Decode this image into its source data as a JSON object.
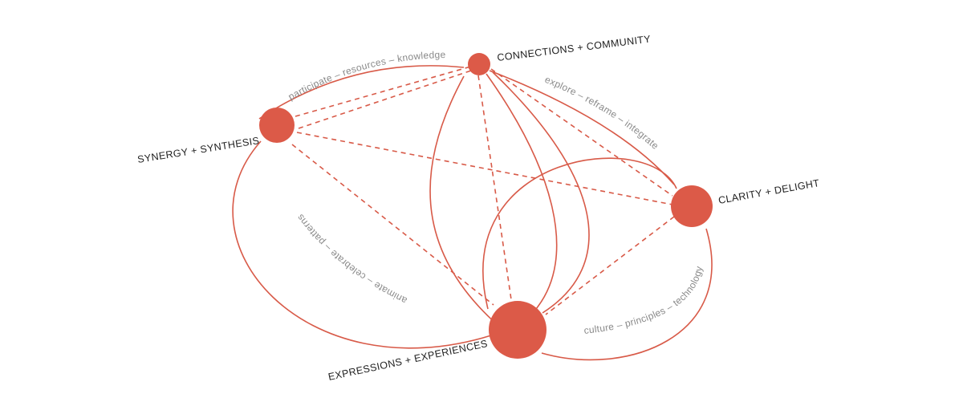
{
  "nodes": {
    "connections": "CONNECTIONS + COMMUNITY",
    "synergy": "SYNERGY + SYNTHESIS",
    "clarity": "CLARITY + DELIGHT",
    "expressions": "EXPRESSIONS + EXPERIENCES"
  },
  "edge_labels": {
    "top_left": "participate – resources – knowledge",
    "top_right": "explore – reframe – integrate",
    "left": "animate – celebrate – patterns",
    "right": "culture – principles – technology"
  },
  "colors": {
    "node": "#dc5a48",
    "edge": "#d85a48",
    "label": "#222222",
    "edge_label": "#8a8a8a"
  }
}
